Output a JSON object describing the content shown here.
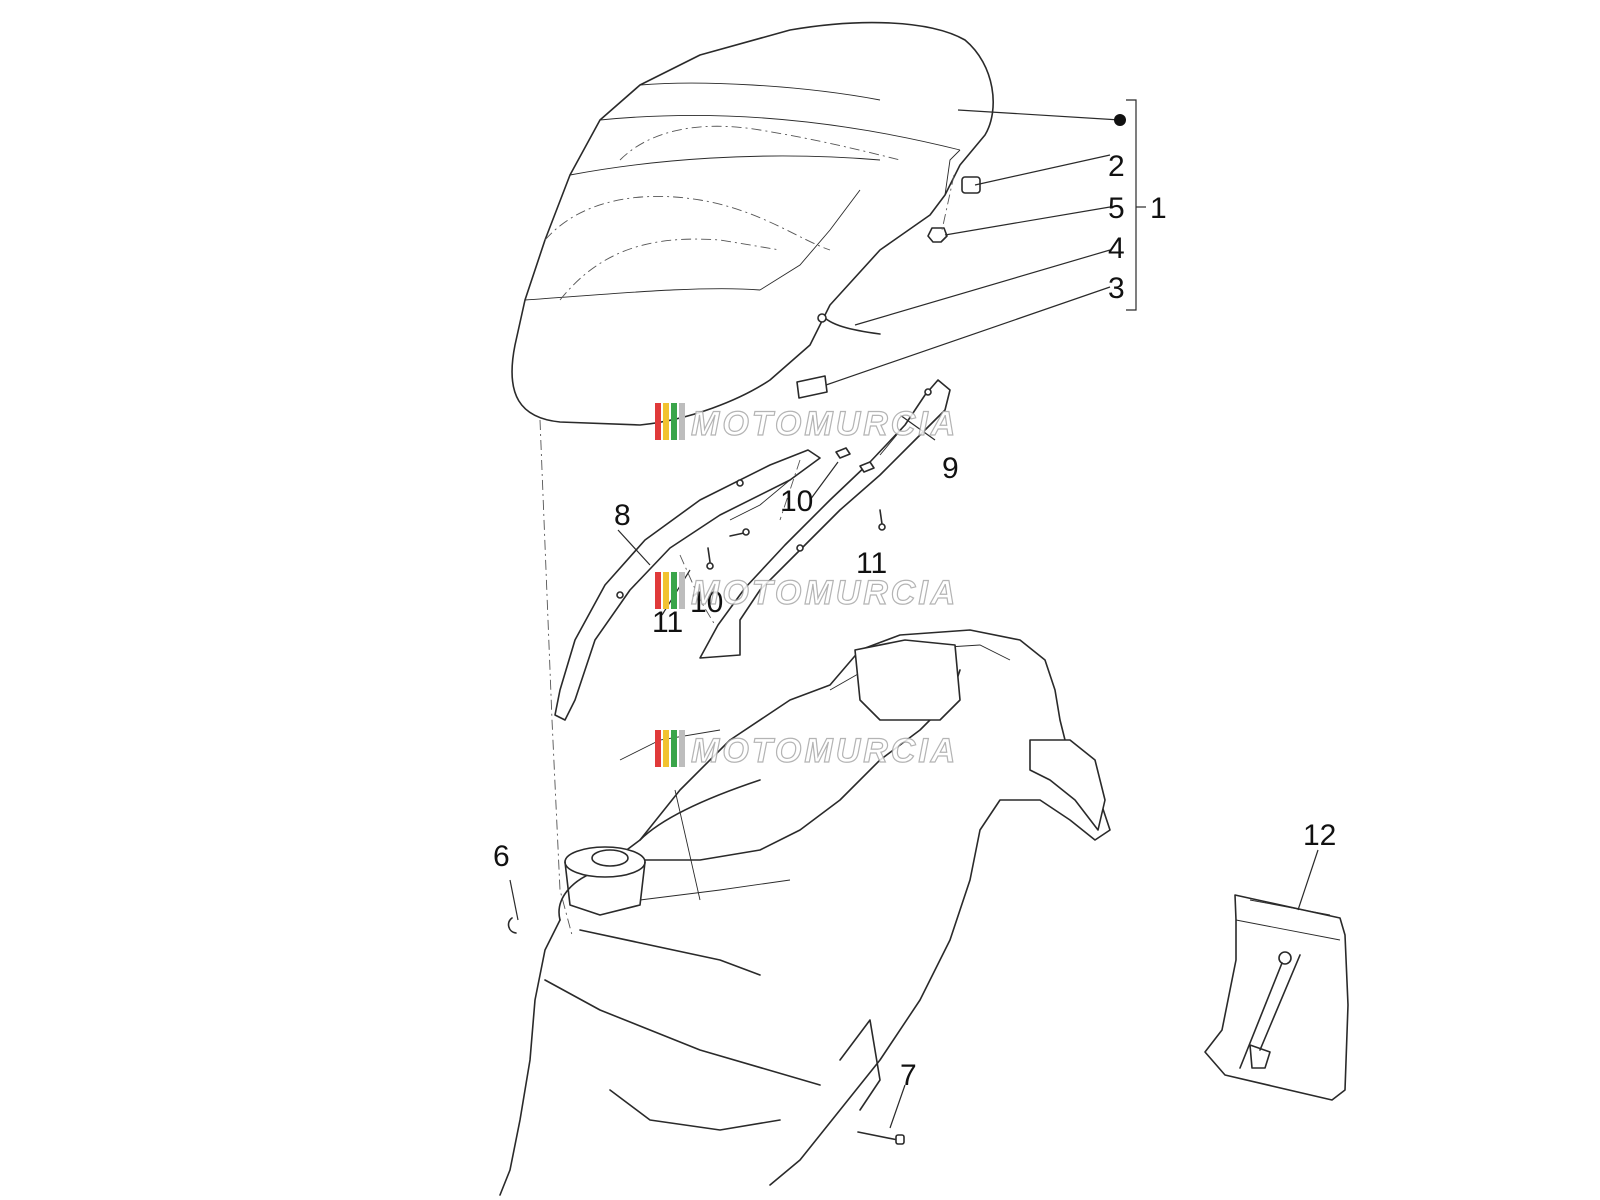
{
  "callouts": {
    "c1": "1",
    "c2": "2",
    "c3": "3",
    "c4": "4",
    "c5": "5",
    "c6": "6",
    "c7": "7",
    "c8": "8",
    "c9": "9",
    "c10a": "10",
    "c10b": "10",
    "c11a": "11",
    "c11b": "11",
    "c12": "12"
  },
  "watermark": {
    "text": "MOTOMURCIA",
    "stripe_colors": [
      "#e03a3a",
      "#f2c230",
      "#3aa54a",
      "#bdbdbd"
    ]
  },
  "colors": {
    "line": "#2a2a2a",
    "background": "#ffffff"
  }
}
